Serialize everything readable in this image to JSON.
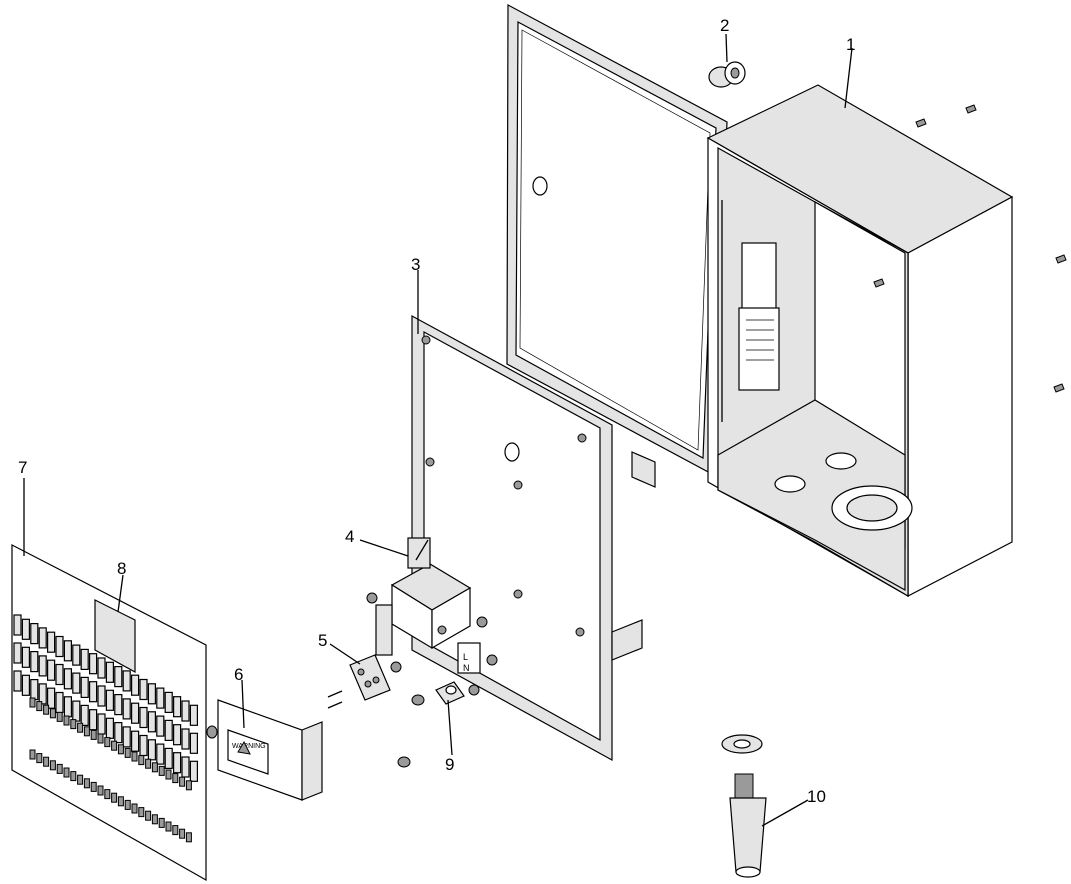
{
  "diagram": {
    "callouts": {
      "c1": "1",
      "c2": "2",
      "c3": "3",
      "c4": "4",
      "c5": "5",
      "c6": "6",
      "c7": "7",
      "c8": "8",
      "c9": "9",
      "c10": "10"
    },
    "warning_label_text": "WARNING",
    "colors": {
      "line": "#000000",
      "part_fill": "#e4e4e4",
      "shade": "#9a9a9a",
      "background": "#ffffff"
    }
  }
}
